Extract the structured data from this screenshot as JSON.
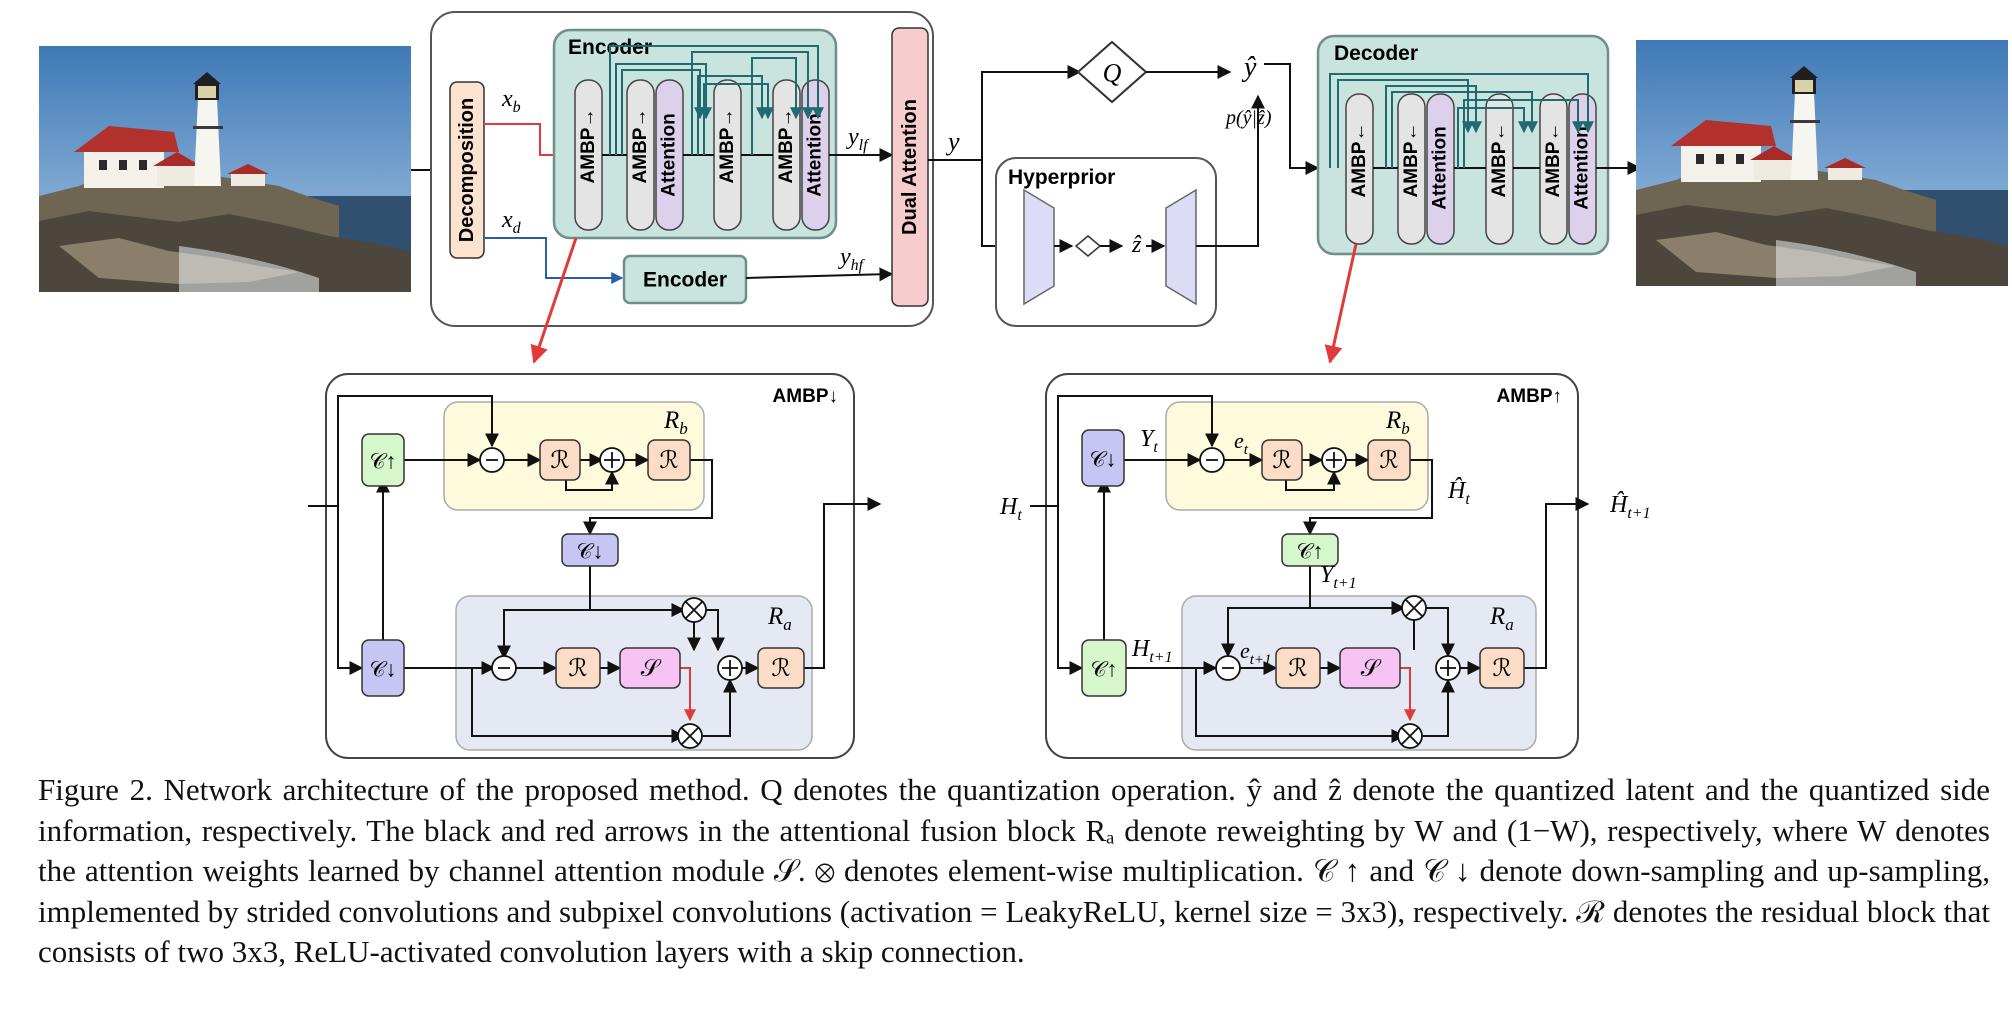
{
  "labels": {
    "decomposition": "Decomposition",
    "encoder_title": "Encoder",
    "encoder_small": "Encoder",
    "ambp": "AMBP",
    "attention": "Attention",
    "dual_attention": "Dual Attention",
    "hyperprior": "Hyperprior",
    "decoder_title": "Decoder",
    "ambp_down_title": "AMBP↓",
    "ambp_up_title": "AMBP↑",
    "q": "Q",
    "x_b": "x_b",
    "x_d": "x_d",
    "y_lf": "y_lf",
    "y_hf": "y_hf",
    "y": "y",
    "y_hat": "ŷ",
    "z_hat": "ẑ",
    "p_y_z": "p(ŷ|ẑ)",
    "r_b": "R_b",
    "r_a": "R_a",
    "c_up": "𝒞↑",
    "c_down": "𝒞↓",
    "r_block": "ℛ",
    "s_block": "𝒮",
    "H_t": "H_t",
    "Y_t": "Y_t",
    "e_t": "e_t",
    "H_hat_t": "Ĥ_t",
    "Y_t1": "Y_t+1",
    "H_t1": "H_t+1",
    "e_t1": "e_t+1",
    "H_hat_t1": "Ĥ_t+1"
  },
  "colors": {
    "encoder_fill": "#c9e3df",
    "encoder_stroke": "#6f8f8a",
    "decomp_fill": "#fbe3cf",
    "dual_fill": "#f6cccc",
    "ambp_fill": "#e4e4e4",
    "attention_fill": "#ddd0ea",
    "hyper_fill": "#dcdcf6",
    "rb_fill": "#fdfbdc",
    "ra_fill": "#e5e9f3",
    "c_up_fill": "#d6f6cb",
    "c_down_fill": "#c7c5f3",
    "r_fill": "#fbdcc6",
    "s_fill": "#f6c3f3",
    "teal_arrow": "#1f6b6f",
    "red_arrow": "#e23a3a",
    "blue_arrow": "#2a5fa8"
  },
  "caption": {
    "text": "Figure 2. Network architecture of the proposed method. Q denotes the quantization operation. ŷ and ẑ denote the quantized latent and the quantized side information, respectively. The black and red arrows in the attentional fusion block Rₐ denote reweighting by W and (1−W), respectively, where W denotes the attention weights learned by channel attention module 𝒮. ⊗ denotes element-wise multiplication. 𝒞 ↑ and 𝒞 ↓ denote down-sampling and up-sampling, implemented by strided convolutions and subpixel convolutions (activation = LeakyReLU, kernel size = 3x3), respectively. ℛ denotes the residual block that consists of two 3x3, ReLU-activated convolution layers with a skip connection."
  }
}
